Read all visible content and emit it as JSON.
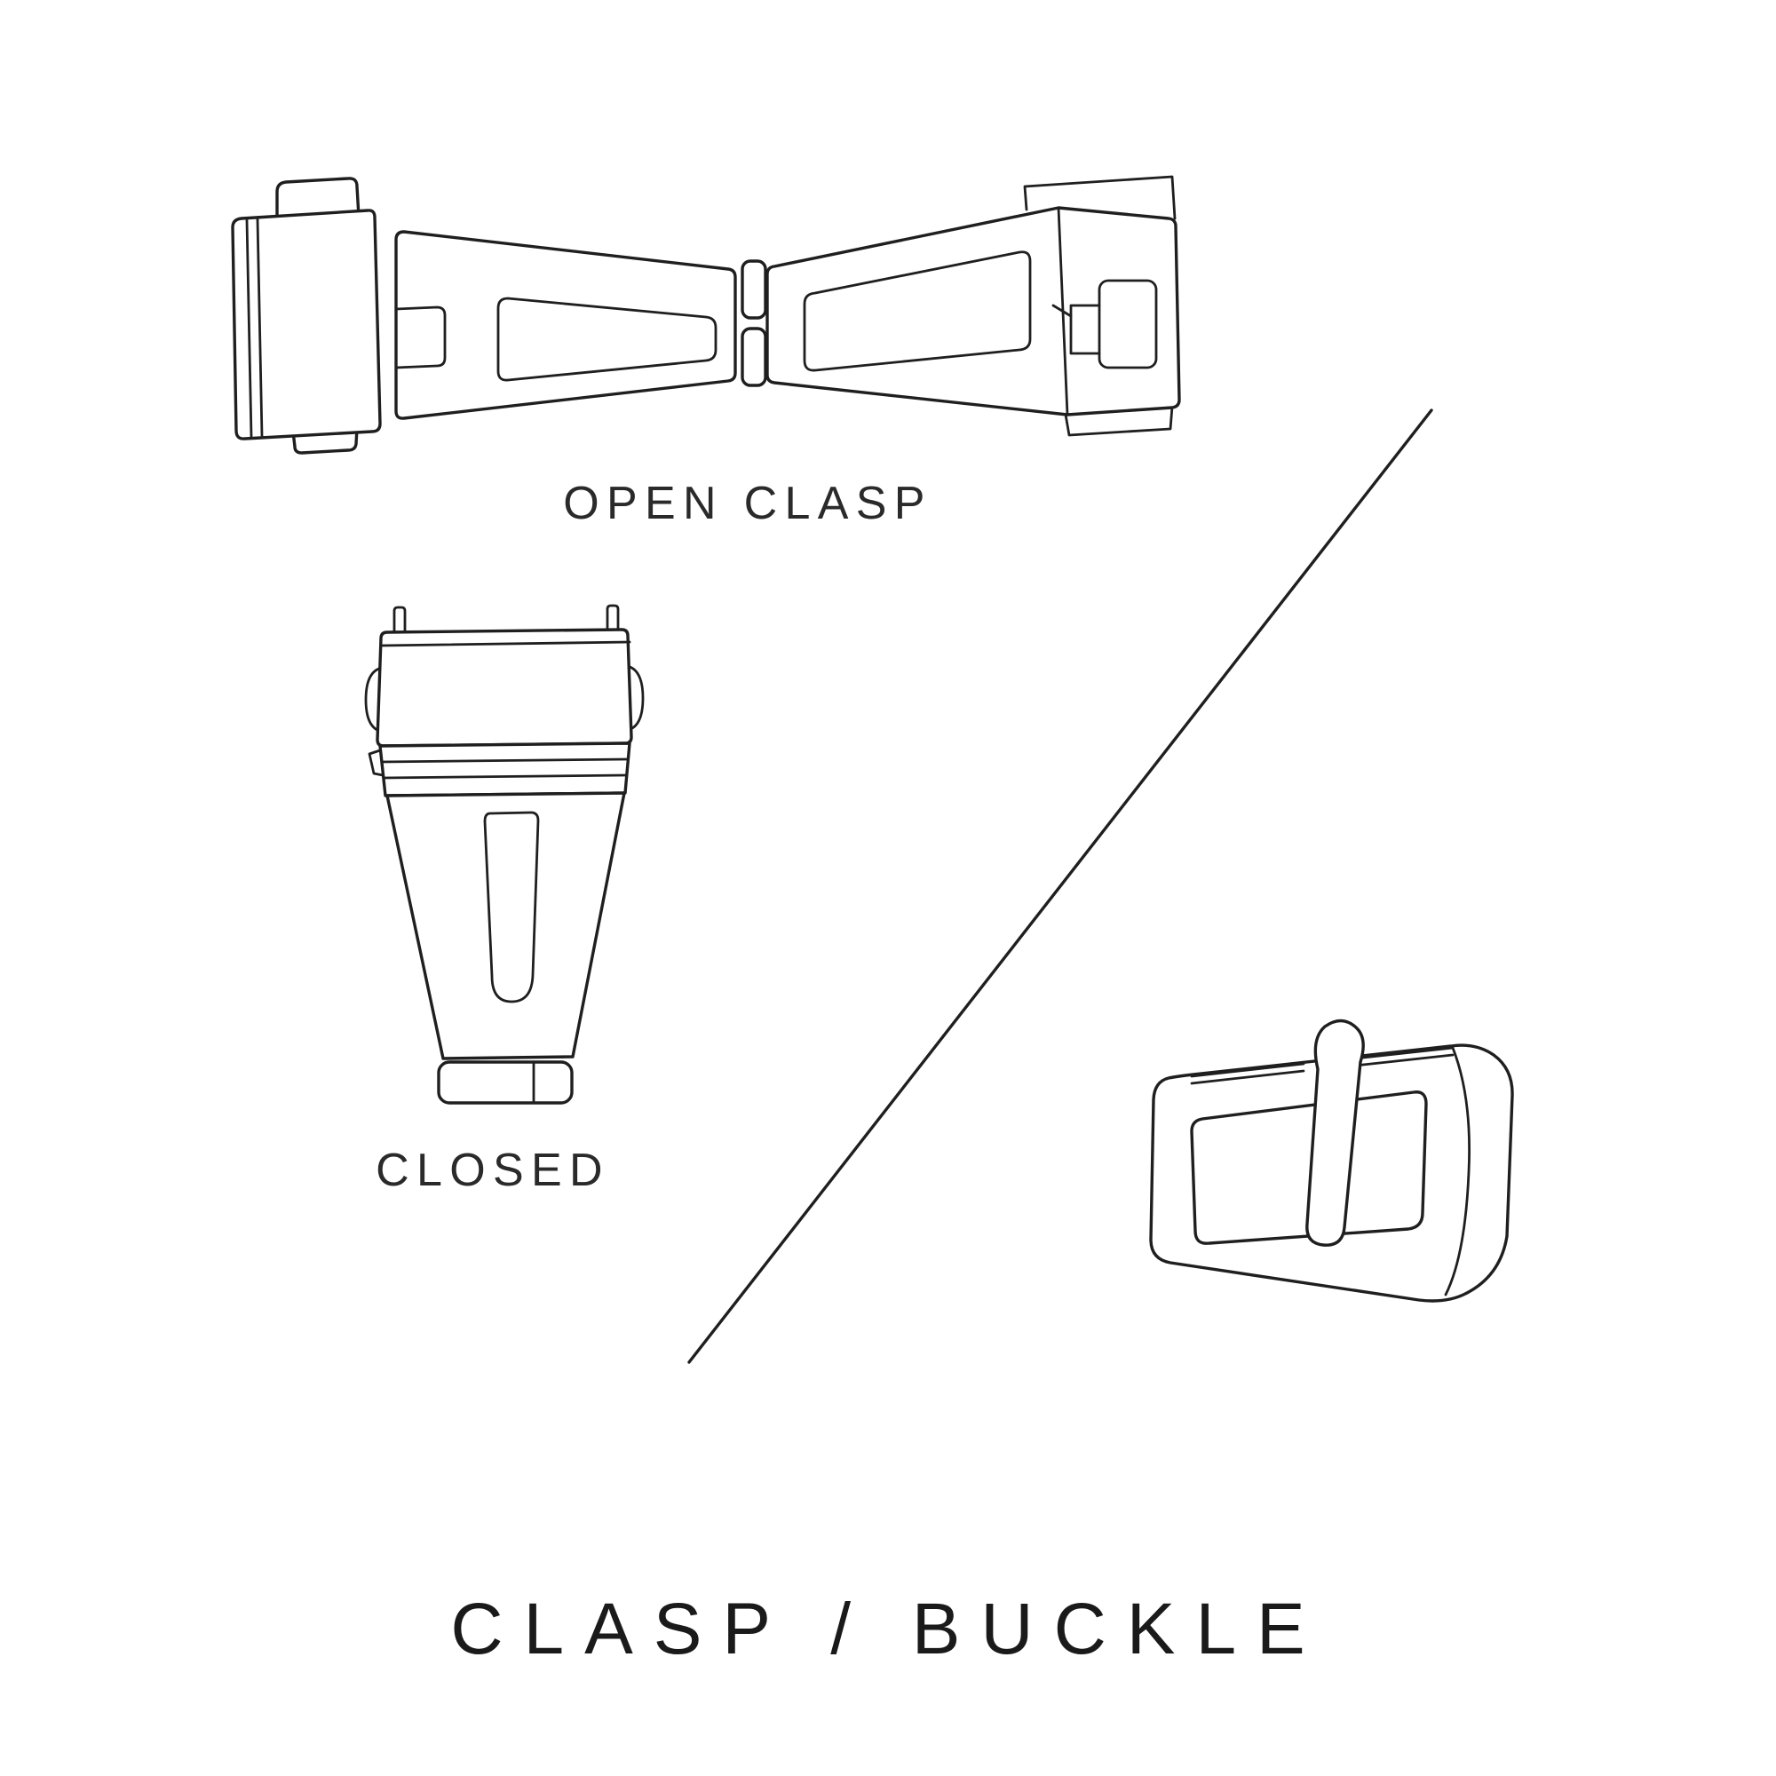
{
  "page": {
    "background_color": "#ffffff",
    "line_color": "#1f1f1f",
    "text_color": "#2a2a2a",
    "title": "CLASP / BUCKLE"
  },
  "labels": {
    "open_clasp": "OPEN CLASP",
    "closed": "CLOSED"
  },
  "illustrations": [
    {
      "name": "open-clasp-illustration"
    },
    {
      "name": "closed-clasp-illustration"
    },
    {
      "name": "tang-buckle-illustration"
    },
    {
      "name": "divider-line"
    }
  ]
}
